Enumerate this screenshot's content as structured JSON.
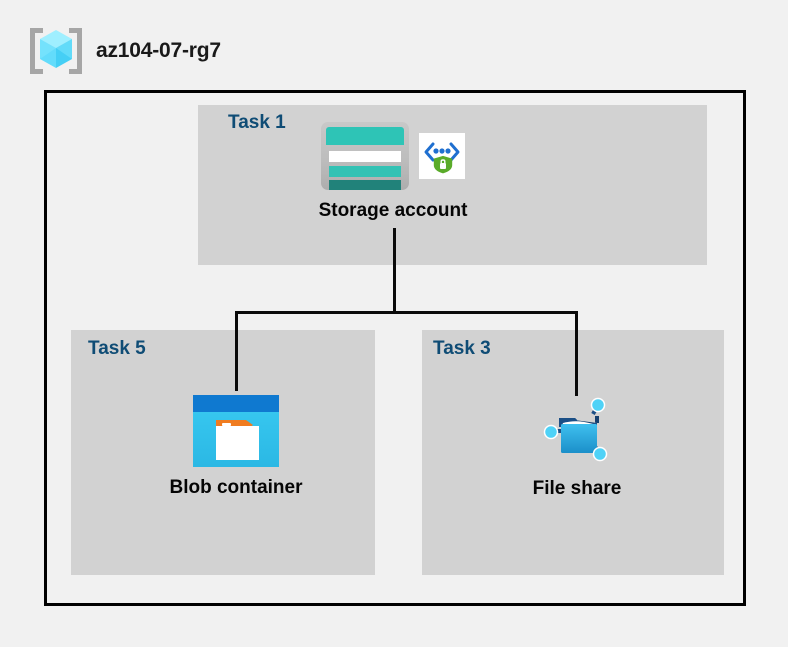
{
  "resource_group": {
    "name": "az104-07-rg7",
    "icon": "resource-group-cube-icon"
  },
  "diagram": {
    "type": "azure-architecture-tree",
    "groups": [
      {
        "id": "task-1",
        "label": "Task 1",
        "node": {
          "label": "Storage account",
          "icons": [
            "storage-account-icon",
            "private-endpoint-icon"
          ]
        }
      },
      {
        "id": "task-5",
        "label": "Task 5",
        "node": {
          "label": "Blob container",
          "icons": [
            "blob-container-icon"
          ]
        }
      },
      {
        "id": "task-3",
        "label": "Task 3",
        "node": {
          "label": "File share",
          "icons": [
            "file-share-icon"
          ]
        }
      }
    ],
    "connections": [
      {
        "from": "Storage account",
        "to": "Blob container"
      },
      {
        "from": "Storage account",
        "to": "File share"
      }
    ]
  },
  "colors": {
    "canvas": "#f1f1f1",
    "group_box": "#d2d2d2",
    "frame_border": "#000000",
    "task_label": "#0f4c75",
    "node_label": "#050505",
    "cube_cyan": "#5fe0fb",
    "storage_teal": "#2ec4b6",
    "blob_blue": "#0f79d0",
    "file_share_blue": "#32b4e8",
    "shield_green": "#5aab2a",
    "tag_orange": "#f07c20"
  }
}
